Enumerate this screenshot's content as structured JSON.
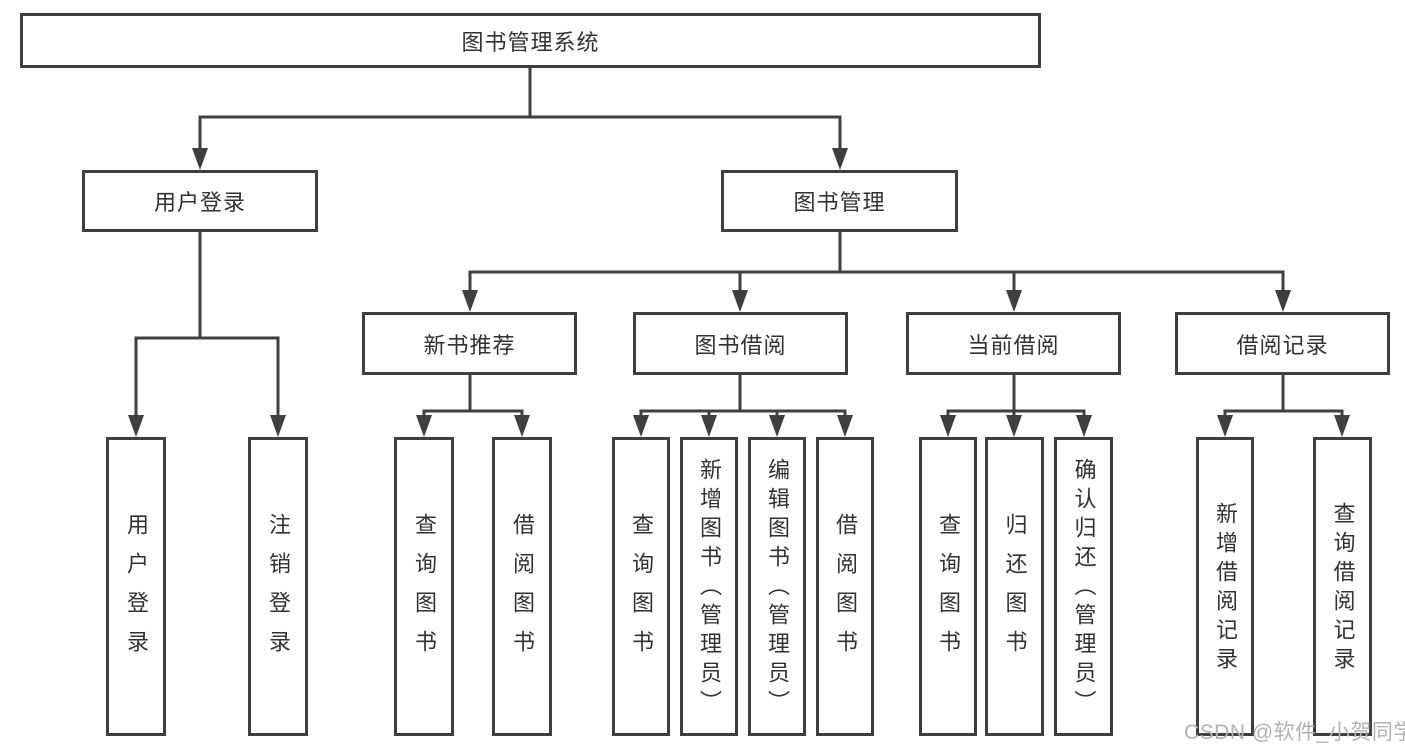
{
  "diagram": {
    "type": "hierarchy-tree",
    "colors": {
      "line": "#3f3f3f",
      "box_border": "#3f3f3f",
      "box_fill": "#ffffff",
      "text": "#323232",
      "watermark": "#b2b2b2",
      "background": "#ffffff"
    },
    "nodes": {
      "root": {
        "label": "图书管理系统"
      },
      "user_login": {
        "label": "用户登录"
      },
      "book_mgmt": {
        "label": "图书管理"
      },
      "new_book_rec": {
        "label": "新书推荐"
      },
      "book_borrow": {
        "label": "图书借阅"
      },
      "current_borrow": {
        "label": "当前借阅"
      },
      "borrow_records": {
        "label": "借阅记录"
      },
      "leaf_user_login": {
        "label": "用户登录"
      },
      "leaf_logout": {
        "label": "注销登录"
      },
      "leaf_nbr_query": {
        "label": "查询图书"
      },
      "leaf_nbr_borrow": {
        "label": "借阅图书"
      },
      "leaf_bb_query": {
        "label": "查询图书"
      },
      "leaf_bb_add": {
        "label": "新增图书（管理员）"
      },
      "leaf_bb_edit": {
        "label": "编辑图书（管理员）"
      },
      "leaf_bb_borrow": {
        "label": "借阅图书"
      },
      "leaf_cb_query": {
        "label": "查询图书"
      },
      "leaf_cb_return": {
        "label": "归还图书"
      },
      "leaf_cb_confirm": {
        "label": "确认归还（管理员）"
      },
      "leaf_br_add": {
        "label": "新增借阅记录"
      },
      "leaf_br_query": {
        "label": "查询借阅记录"
      }
    },
    "watermark": "CSDN @软件_小贺同学"
  }
}
